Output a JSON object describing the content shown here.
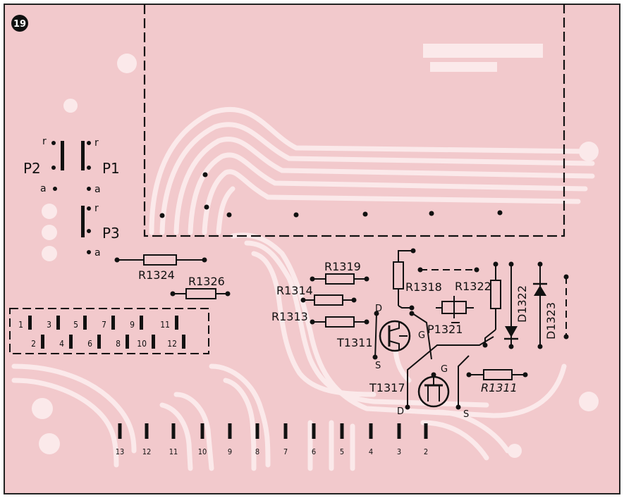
{
  "figure_number": "19",
  "colors": {
    "board": "#f2c9cc",
    "traces": "#fbe9ea",
    "ink": "#111111",
    "frame": "#222222"
  },
  "switches": {
    "p2": "P2",
    "p1": "P1",
    "p3": "P3",
    "r": "r",
    "a": "a"
  },
  "components": {
    "r1324": "R1324",
    "r1326": "R1326",
    "r1319": "R1319",
    "r1314": "R1314",
    "r1313": "R1313",
    "r1318": "R1318",
    "r1322": "R1322",
    "p1321": "P1321",
    "d1322": "D1322",
    "d1323": "D1323",
    "t1311": "T1311",
    "t1317": "T1317",
    "r1311": "R1311"
  },
  "transistor_pins": {
    "d": "D",
    "g": "G",
    "s": "S"
  },
  "connector_upper": [
    "1",
    "3",
    "5",
    "7",
    "9",
    "11"
  ],
  "connector_lower": [
    "2",
    "4",
    "6",
    "8",
    "10",
    "12"
  ],
  "edge_pins": [
    "13",
    "12",
    "11",
    "10",
    "9",
    "8",
    "7",
    "6",
    "5",
    "4",
    "3",
    "2"
  ]
}
